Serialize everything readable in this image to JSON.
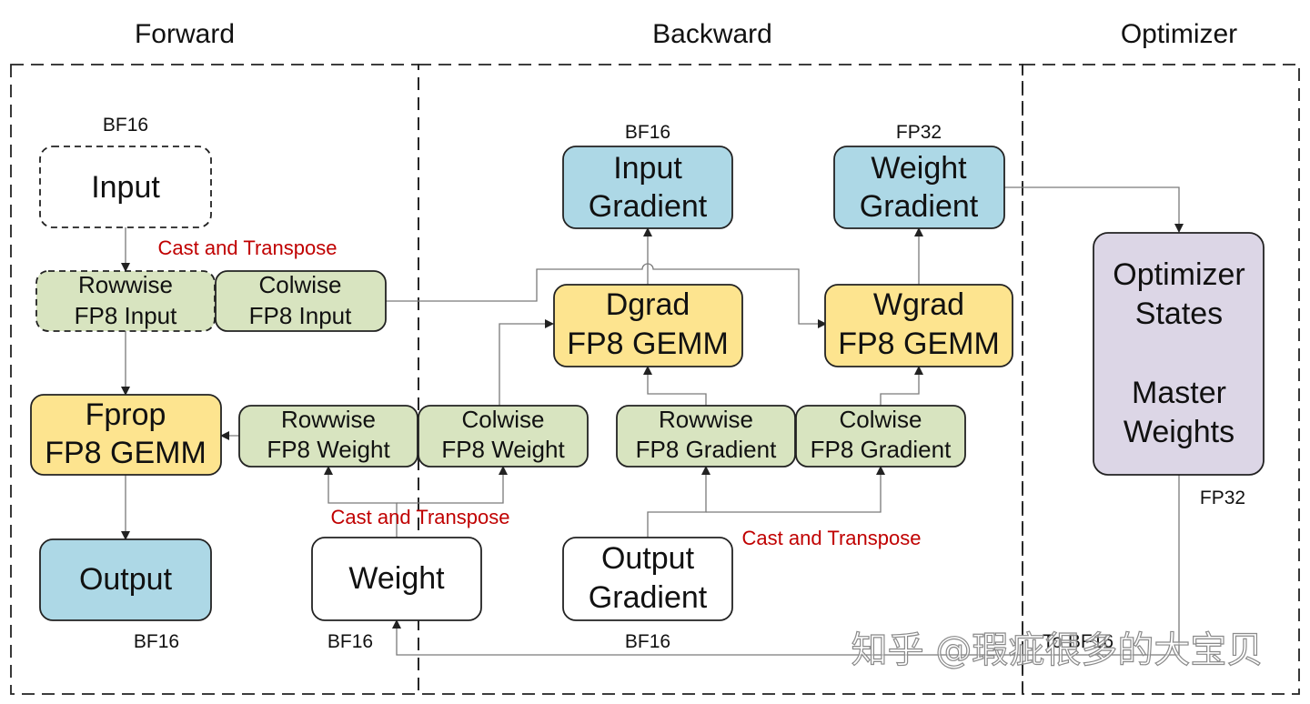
{
  "colors": {
    "blue": "#add8e6",
    "green": "#d8e4c0",
    "yellow": "#fde48f",
    "purple": "#dcd6e6",
    "white": "#ffffff",
    "red_label": "#c00000"
  },
  "sections": {
    "forward": "Forward",
    "backward": "Backward",
    "optimizer": "Optimizer"
  },
  "nodes": {
    "input": {
      "text": "Input",
      "precision": "BF16"
    },
    "rowwise_fp8_input": {
      "line1": "Rowwise",
      "line2": "FP8 Input"
    },
    "colwise_fp8_input": {
      "line1": "Colwise",
      "line2": "FP8 Input"
    },
    "fprop": {
      "line1": "Fprop",
      "line2": "FP8 GEMM"
    },
    "output": {
      "text": "Output",
      "precision": "BF16"
    },
    "rowwise_fp8_weight": {
      "line1": "Rowwise",
      "line2": "FP8 Weight"
    },
    "colwise_fp8_weight": {
      "line1": "Colwise",
      "line2": "FP8 Weight"
    },
    "weight": {
      "text": "Weight",
      "precision": "BF16"
    },
    "input_gradient": {
      "line1": "Input",
      "line2": "Gradient",
      "precision": "BF16"
    },
    "weight_gradient": {
      "line1": "Weight",
      "line2": "Gradient",
      "precision": "FP32"
    },
    "dgrad": {
      "line1": "Dgrad",
      "line2": "FP8 GEMM"
    },
    "wgrad": {
      "line1": "Wgrad",
      "line2": "FP8 GEMM"
    },
    "rowwise_fp8_gradient": {
      "line1": "Rowwise",
      "line2": "FP8 Gradient"
    },
    "colwise_fp8_gradient": {
      "line1": "Colwise",
      "line2": "FP8 Gradient"
    },
    "output_gradient": {
      "line1": "Output",
      "line2": "Gradient",
      "precision": "BF16"
    },
    "optimizer_states": {
      "line1": "Optimizer",
      "line2": "States",
      "line3": "Master",
      "line4": "Weights",
      "precision": "FP32"
    }
  },
  "labels": {
    "cast_transpose_input": "Cast and Transpose",
    "cast_transpose_weight": "Cast and Transpose",
    "cast_transpose_gradient": "Cast and Transpose",
    "to_bf16": "To BF16"
  },
  "watermark": "知乎 @瑕疵很多的大宝贝"
}
